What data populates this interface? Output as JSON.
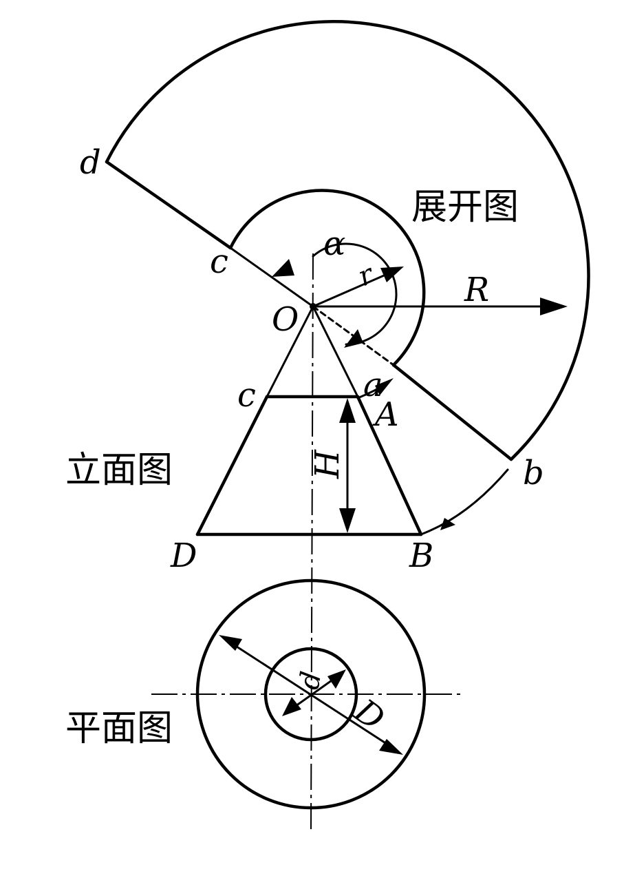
{
  "views": {
    "development": "展开图",
    "elevation": "立面图",
    "plan": "平面图"
  },
  "points": {
    "O": "O",
    "a": "a",
    "b": "b",
    "c_arc": "c",
    "d": "d",
    "A": "A",
    "B": "B",
    "C": "c",
    "D": "D"
  },
  "dimensions": {
    "alpha": "α",
    "r": "r",
    "R": "R",
    "H": "H",
    "d": "d",
    "D": "D"
  }
}
